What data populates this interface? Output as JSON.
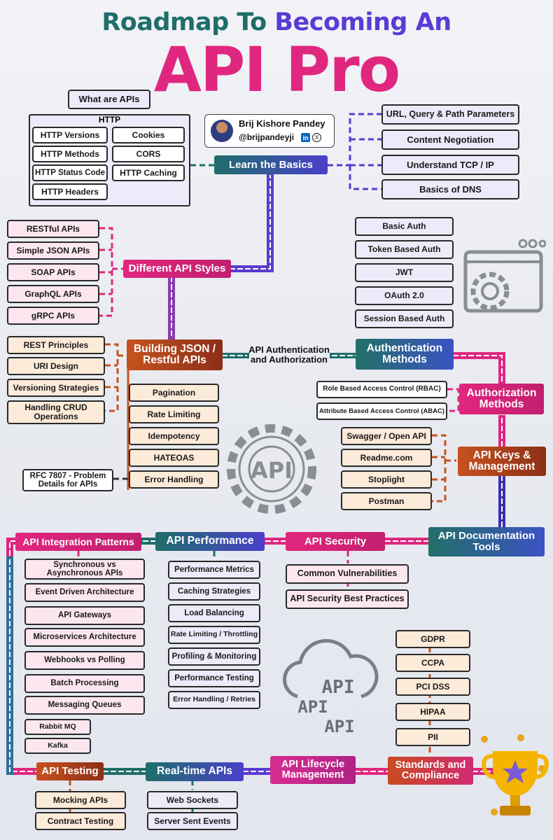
{
  "header": {
    "line1_a": "Roadmap To ",
    "line1_b": "Becoming An",
    "line2": "API Pro"
  },
  "author": {
    "name": "Brij Kishore Pandey",
    "handle": "@brijpandeyji",
    "linkedin_icon": "in",
    "x_icon": "X"
  },
  "basics": {
    "what_are_apis": "What are APIs",
    "http_title": "HTTP",
    "http_items": [
      "HTTP Versions",
      "Cookies",
      "HTTP Methods",
      "CORS",
      "HTTP Status Code",
      "HTTP Caching",
      "HTTP Headers"
    ],
    "hub": "Learn the Basics",
    "right_items": [
      "URL, Query & Path Parameters",
      "Content Negotiation",
      "Understand TCP / IP",
      "Basics of DNS"
    ]
  },
  "styles": {
    "hub": "Different API Styles",
    "items": [
      "RESTful APIs",
      "Simple JSON APIs",
      "SOAP APIs",
      "GraphQL APIs",
      "gRPC APIs"
    ]
  },
  "auth": {
    "hub": "Authentication Methods",
    "items": [
      "Basic Auth",
      "Token Based Auth",
      "JWT",
      "OAuth 2.0",
      "Session Based Auth"
    ],
    "link_label": "API Authentication and Authorization"
  },
  "building": {
    "hub": "Building JSON / Restful APIs",
    "left_items": [
      "REST Principles",
      "URI Design",
      "Versioning Strategies",
      "Handling CRUD Operations"
    ],
    "bottom_items": [
      "Pagination",
      "Rate Limiting",
      "Idempotency",
      "HATEOAS",
      "Error Handling"
    ],
    "rfc": "RFC 7807 - Problem Details for APIs"
  },
  "authorization": {
    "hub": "Authorization Methods",
    "items": [
      "Role Based Access Control (RBAC)",
      "Attribute Based Access Control (ABAC)"
    ]
  },
  "keys": {
    "hub": "API Keys & Management",
    "items": [
      "Swagger / Open API",
      "Readme.com",
      "Stoplight",
      "Postman"
    ]
  },
  "docs": {
    "hub": "API Documentation Tools"
  },
  "security": {
    "hub": "API Security",
    "items": [
      "Common Vulnerabilities",
      "API Security Best Practices"
    ]
  },
  "performance": {
    "hub": "API Performance",
    "items": [
      "Performance Metrics",
      "Caching Strategies",
      "Load Balancing",
      "Rate Limiting / Throttling",
      "Profiling & Monitoring",
      "Performance Testing",
      "Error Handling / Retries"
    ]
  },
  "integration": {
    "hub": "API Integration Patterns",
    "items": [
      "Synchronous vs Asynchronous APIs",
      "Event Driven Architecture",
      "API Gateways",
      "Microservices Architecture",
      "Webhooks vs Polling",
      "Batch Processing",
      "Messaging Queues",
      "Rabbit MQ",
      "Kafka"
    ]
  },
  "standards": {
    "hub": "Standards and Compliance",
    "items": [
      "GDPR",
      "CCPA",
      "PCI DSS",
      "HIPAA",
      "PII"
    ]
  },
  "lifecycle": {
    "hub": "API Lifecycle Management"
  },
  "realtime": {
    "hub": "Real-time APIs",
    "items": [
      "Web Sockets",
      "Server Sent Events"
    ]
  },
  "testing": {
    "hub": "API Testing",
    "items": [
      "Mocking APIs",
      "Contract Testing"
    ]
  },
  "illustrations": {
    "gear_api": "API",
    "cloud_api": [
      "API",
      "API",
      "API"
    ],
    "icons": [
      "gear-browser-icon",
      "gear-api-icon",
      "cloud-api-icon",
      "trophy-icon"
    ]
  },
  "colors": {
    "teal": "#1f6e6a",
    "purple": "#5a3bd6",
    "pink": "#e0277f",
    "orange": "#c7521f",
    "path_purple": "#4b3fc9"
  }
}
